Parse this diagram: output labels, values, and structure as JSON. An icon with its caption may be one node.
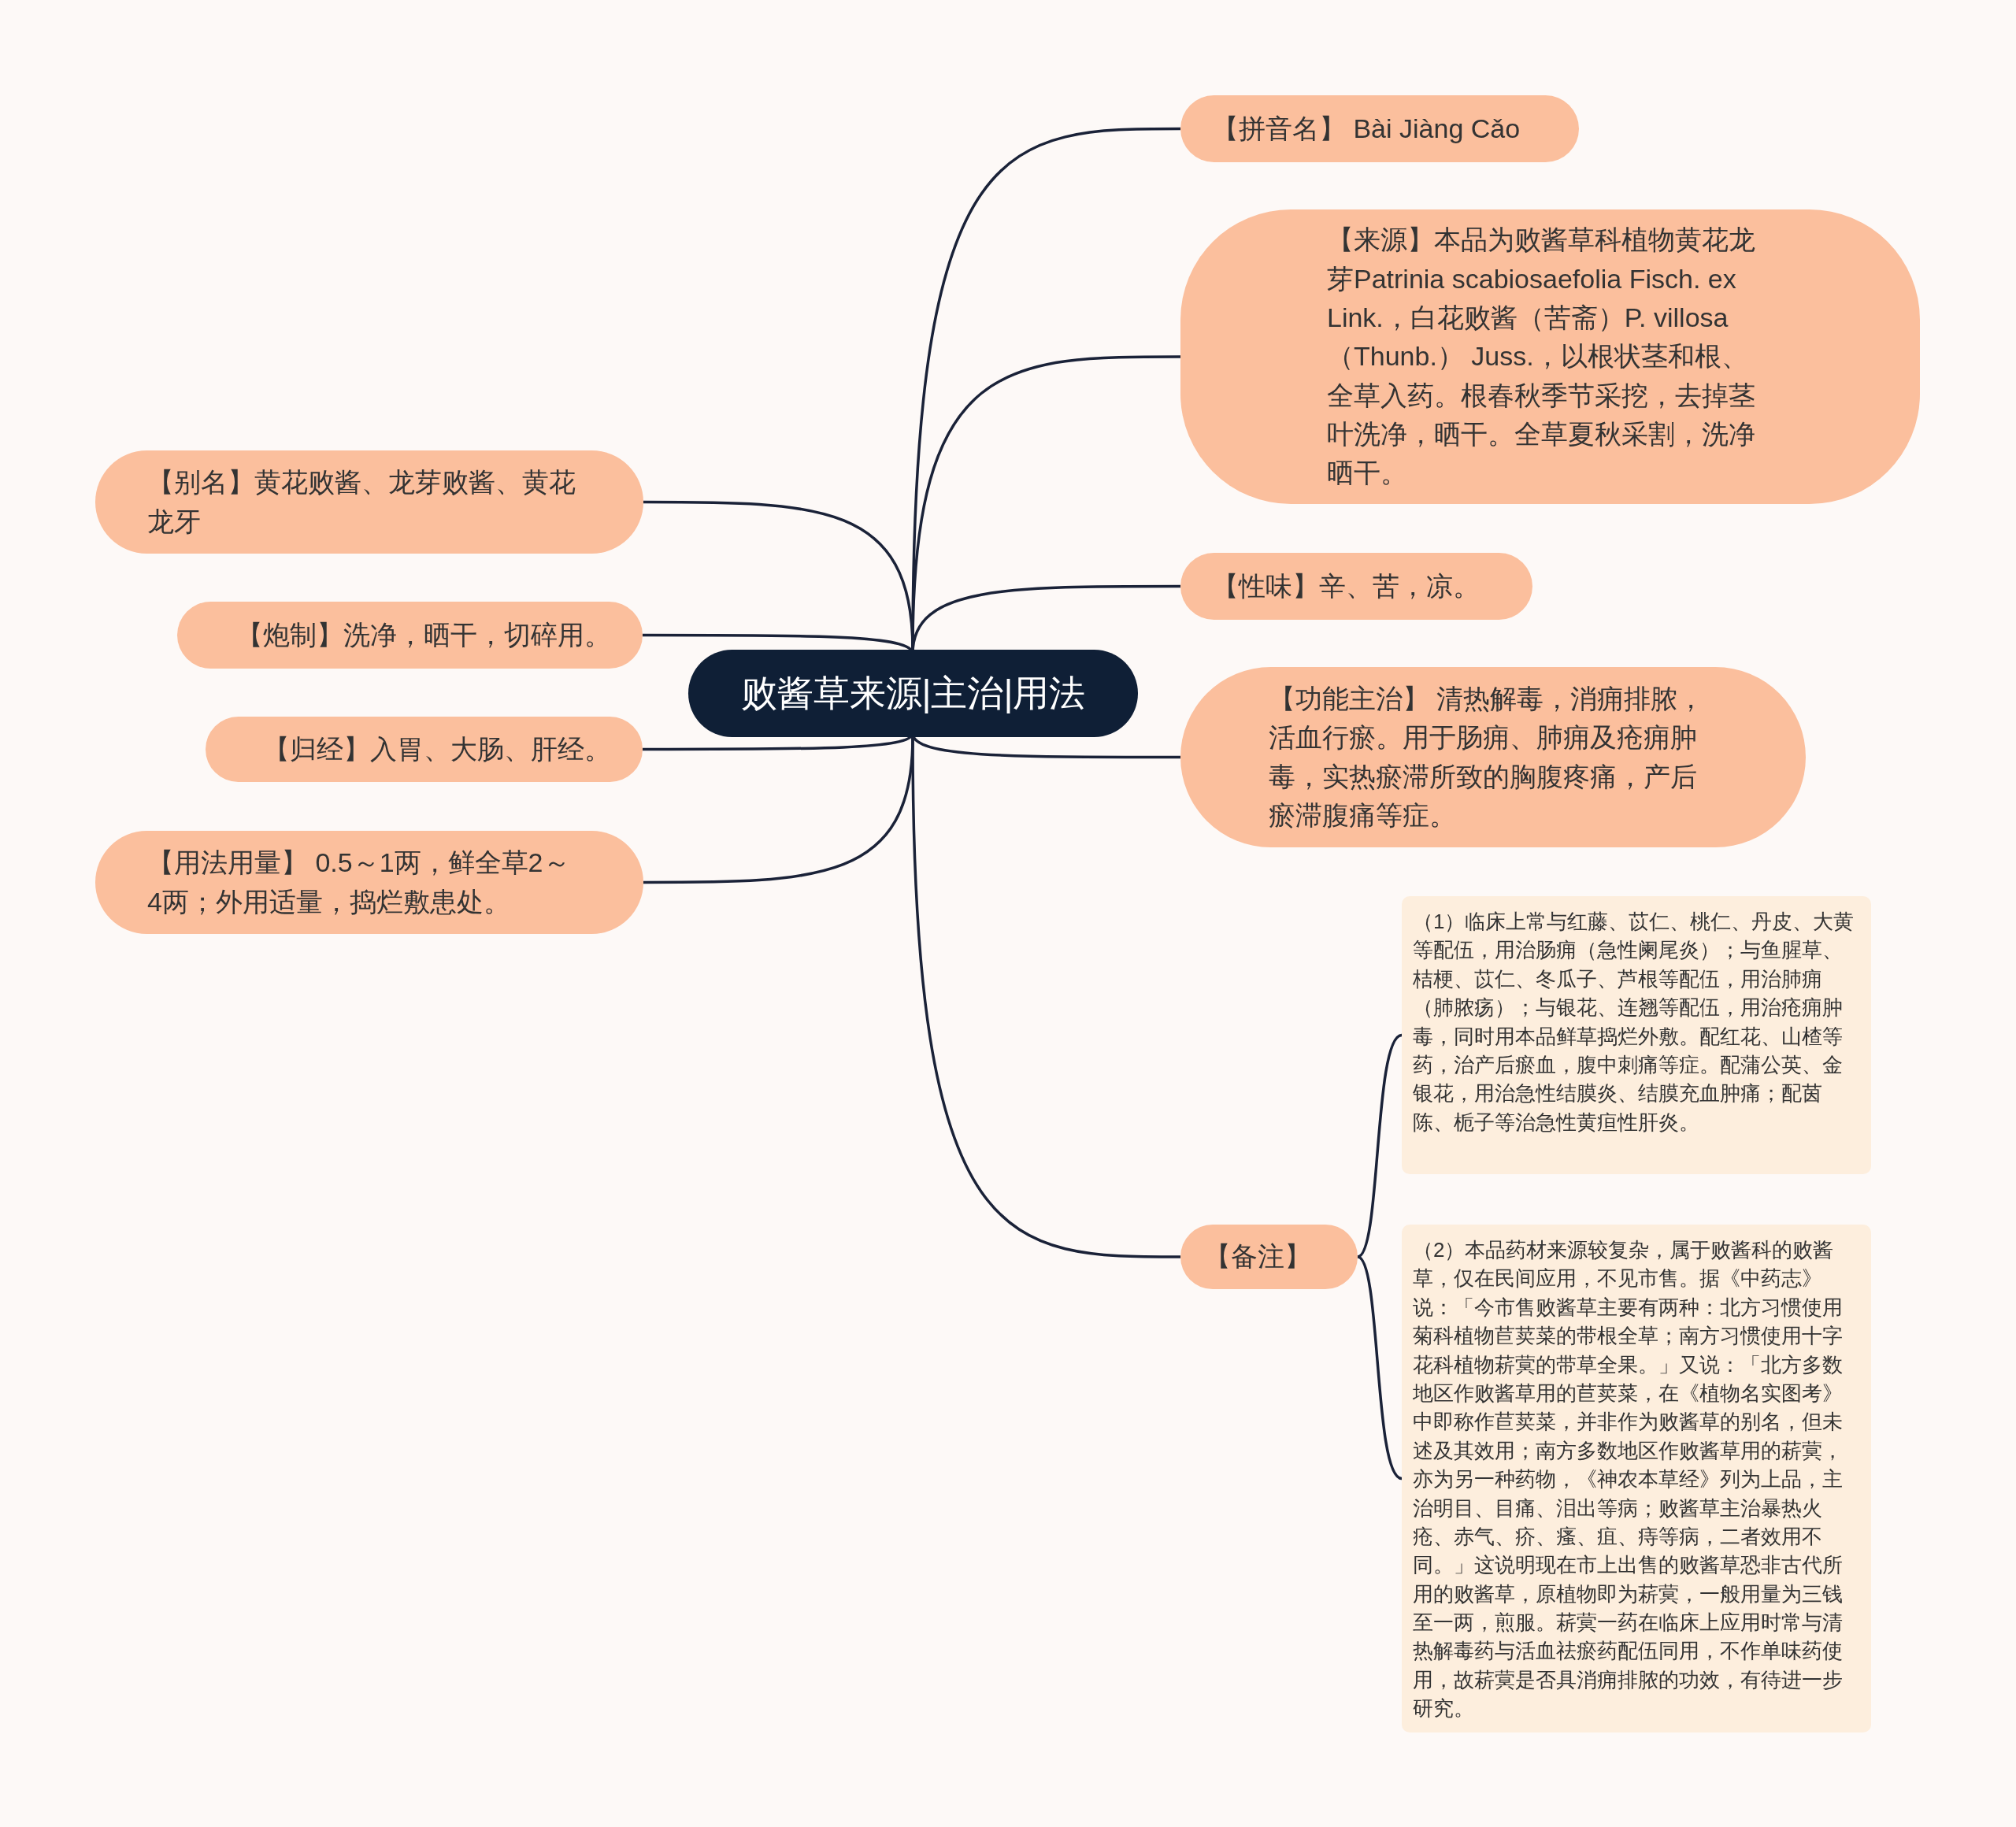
{
  "diagram": {
    "nodes": [
      {
        "text": [
          "败酱草来源|主治|用法"
        ]
      },
      {
        "text": [
          "【拼音名】 Bài Jiàng Cǎo"
        ]
      },
      {
        "text": [
          "【来源】本品为败酱草科植物黄花龙芽Patrinia scabiosaefolia Fisch. ex Link.，白花败酱（苦斋）P. villosa （Thunb.） Juss.，以根状茎和根、全草入药。根春秋季节采挖，去掉茎叶洗净，晒干。全草夏秋采割，洗净晒干。"
        ]
      },
      {
        "text": [
          "【性味】辛、苦，凉。"
        ]
      },
      {
        "text": [
          "【功能主治】 清热解毒，消痈排脓，活血行瘀。用于肠痈、肺痈及疮痈肿毒，实热瘀滞所致的胸腹疼痛，产后瘀滞腹痛等症。"
        ]
      },
      {
        "text": [
          "【备注】"
        ]
      },
      {
        "text": [
          "（1）临床上常与红藤、苡仁、桃仁、丹皮、大黄等配伍，用治肠痈（急性阑尾炎）；与鱼腥草、桔梗、苡仁、冬瓜子、芦根等配伍，用治肺痈（肺脓疡）；与银花、连翘等配伍，用治疮痈肿毒，同时用本品鲜草捣烂外敷。配红花、山楂等药，治产后瘀血，腹中刺痛等症。配蒲公英、金银花，用治急性结膜炎、结膜充血肿痛；配茵陈、栀子等治急性黄疸性肝炎。"
        ]
      },
      {
        "text": [
          "（2）本品药材来源较复杂，属于败酱科的败酱草，仅在民间应用，不见市售。据《中药志》说：「今市售败酱草主要有两种：北方习惯使用菊科植物苣荬菜的带根全草；南方习惯使用十字花科植物菥蓂的带草全果。」又说：「北方多数地区作败酱草用的苣荬菜，在《植物名实图考》中即称作苣荬菜，并非作为败酱草的别名，但未述及其效用；南方多数地区作败酱草用的菥蓂，亦为另一种药物，《神农本草经》列为上品，主治明目、目痛、泪出等病；败酱草主治暴热火疮、赤气、疥、瘙、疽、痔等病，二者效用不同。」这说明现在市上出售的败酱草恐非古代所用的败酱草，原植物即为菥蓂，一般用量为三钱至一两，煎服。菥蓂一药在临床上应用时常与清热解毒药与活血祛瘀药配伍同用，不作单味药使用，故菥蓂是否具消痈排脓的功效，有待进一步研究。"
        ]
      },
      {
        "text": [
          "【别名】黄花败酱、龙芽败酱、黄花龙牙"
        ]
      },
      {
        "text": [
          "【炮制】洗净，晒干，切碎用。"
        ]
      },
      {
        "text": [
          "【归经】入胃、大肠、肝经。"
        ]
      },
      {
        "text": [
          "【用法用量】 0.5～1两，鲜全草2～4两；外用适量，捣烂敷患处。"
        ]
      }
    ],
    "edges": [
      {
        "from": 0,
        "to": 1,
        "arrow": "none"
      },
      {
        "from": 0,
        "to": 2,
        "arrow": "none"
      },
      {
        "from": 0,
        "to": 3,
        "arrow": "none"
      },
      {
        "from": 0,
        "to": 4,
        "arrow": "none"
      },
      {
        "from": 0,
        "to": 5,
        "arrow": "none"
      },
      {
        "from": 5,
        "to": 6,
        "arrow": "none"
      },
      {
        "from": 5,
        "to": 7,
        "arrow": "none"
      },
      {
        "from": 0,
        "to": 8,
        "arrow": "none"
      },
      {
        "from": 0,
        "to": 9,
        "arrow": "none"
      },
      {
        "from": 0,
        "to": 10,
        "arrow": "none"
      },
      {
        "from": 0,
        "to": 11,
        "arrow": "none"
      }
    ]
  }
}
